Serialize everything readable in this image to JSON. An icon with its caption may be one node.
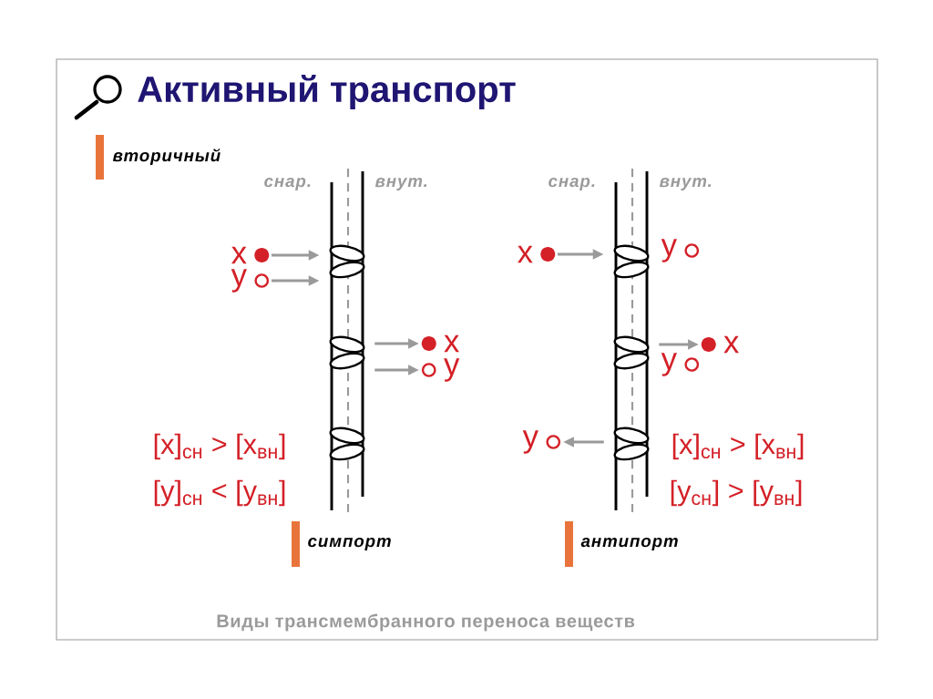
{
  "diagram": {
    "title": "Активный транспорт",
    "caption": "Виды трансмембранного переноса веществ",
    "nodes": [
      {
        "text": [
          "x"
        ]
      },
      {
        "text": [
          "y"
        ]
      },
      {
        "text": [
          "x"
        ]
      },
      {
        "text": [
          "y"
        ]
      },
      {
        "text": [
          "x"
        ]
      },
      {
        "text": [
          "y"
        ]
      },
      {
        "text": [
          "x"
        ]
      },
      {
        "text": [
          "y"
        ]
      },
      {
        "text": [
          "y"
        ]
      },
      {
        "text": [],
        "shape": "picture"
      },
      {
        "text": [],
        "shape": "picture"
      }
    ],
    "edges": [
      {
        "from": 0,
        "to": 9,
        "arrow": "to"
      },
      {
        "from": 1,
        "to": 9,
        "arrow": "to"
      },
      {
        "from": 9,
        "to": 2,
        "arrow": "to"
      },
      {
        "from": 9,
        "to": 3,
        "arrow": "to"
      },
      {
        "from": 4,
        "to": 10,
        "arrow": "to"
      },
      {
        "from": 10,
        "to": 6,
        "arrow": "to"
      },
      {
        "from": 10,
        "to": 8,
        "arrow": "to"
      }
    ],
    "labels": [
      "вторичный",
      "снар.",
      "внут.",
      "снар.",
      "внут.",
      "[x]$_{сн}$ > [x$_{вн}$]",
      "[y]$_{сн}$ < [y$_{вн}$]",
      "[x]$_{сн}$ > [x$_{вн}$]",
      "[y$_{сн}$] > [y$_{вн}$]",
      "симпорт",
      "антипорт"
    ]
  }
}
